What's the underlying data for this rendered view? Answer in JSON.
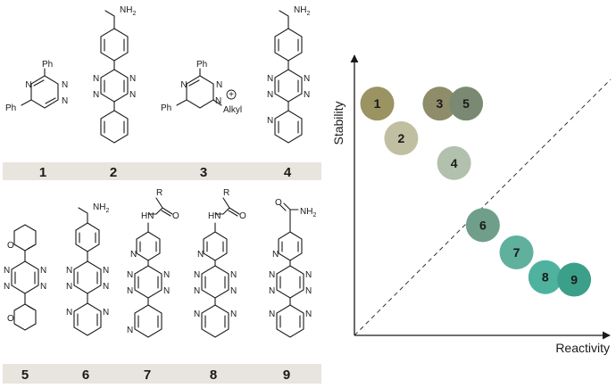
{
  "compound_labels": [
    "1",
    "2",
    "3",
    "4",
    "5",
    "6",
    "7",
    "8",
    "9"
  ],
  "atoms": {
    "ph": "Ph",
    "nh2": "NH",
    "nh2_sub": "2",
    "n": "N",
    "o": "O",
    "r": "R",
    "hn": "HN",
    "alkyl": "Alkyl",
    "plus": "+"
  },
  "axes": {
    "x_label": "Reactivity",
    "y_label": "Stability"
  },
  "colors": {
    "band": "#e8e4de",
    "c1": "#9b9462",
    "c2": "#c1bfa1",
    "c3": "#8e8c69",
    "c4": "#b2c1ad",
    "c5": "#7a8a72",
    "c6": "#6f9f8a",
    "c7": "#5fb09d",
    "c8": "#4fb29f",
    "c9": "#3c9f8a"
  },
  "chart_data": {
    "type": "scatter",
    "xlabel": "Reactivity",
    "ylabel": "Stability",
    "xlim": [
      0,
      10
    ],
    "ylim": [
      0,
      10
    ],
    "grid": false,
    "diagonal": "dashed",
    "points": [
      {
        "label": "1",
        "x": 0.8,
        "y": 8.7
      },
      {
        "label": "2",
        "x": 1.8,
        "y": 7.3
      },
      {
        "label": "3",
        "x": 3.4,
        "y": 8.7
      },
      {
        "label": "4",
        "x": 4.0,
        "y": 6.3
      },
      {
        "label": "5",
        "x": 4.5,
        "y": 8.7
      },
      {
        "label": "6",
        "x": 5.2,
        "y": 3.8
      },
      {
        "label": "7",
        "x": 6.6,
        "y": 2.7
      },
      {
        "label": "8",
        "x": 7.8,
        "y": 1.7
      },
      {
        "label": "9",
        "x": 9.0,
        "y": 1.6
      }
    ]
  }
}
